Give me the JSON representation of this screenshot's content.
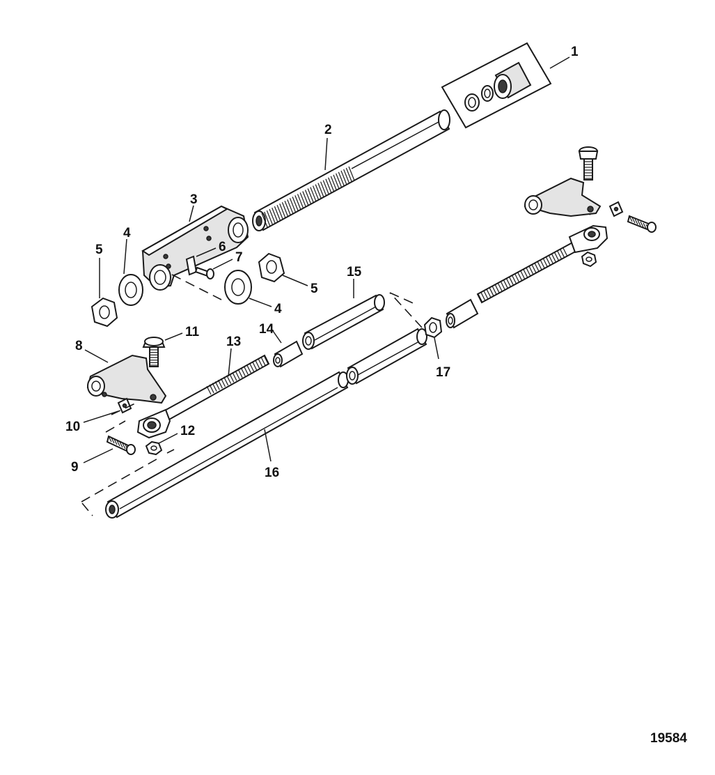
{
  "diagram": {
    "figure_number": "19584",
    "callouts": [
      {
        "id": "c1",
        "label": "1"
      },
      {
        "id": "c2",
        "label": "2"
      },
      {
        "id": "c3",
        "label": "3"
      },
      {
        "id": "c4a",
        "label": "4"
      },
      {
        "id": "c4b",
        "label": "4"
      },
      {
        "id": "c5a",
        "label": "5"
      },
      {
        "id": "c5b",
        "label": "5"
      },
      {
        "id": "c6",
        "label": "6"
      },
      {
        "id": "c7",
        "label": "7"
      },
      {
        "id": "c8",
        "label": "8"
      },
      {
        "id": "c9",
        "label": "9"
      },
      {
        "id": "c10",
        "label": "10"
      },
      {
        "id": "c11",
        "label": "11"
      },
      {
        "id": "c12",
        "label": "12"
      },
      {
        "id": "c13",
        "label": "13"
      },
      {
        "id": "c14",
        "label": "14"
      },
      {
        "id": "c15",
        "label": "15"
      },
      {
        "id": "c16",
        "label": "16"
      },
      {
        "id": "c17",
        "label": "17"
      }
    ]
  }
}
